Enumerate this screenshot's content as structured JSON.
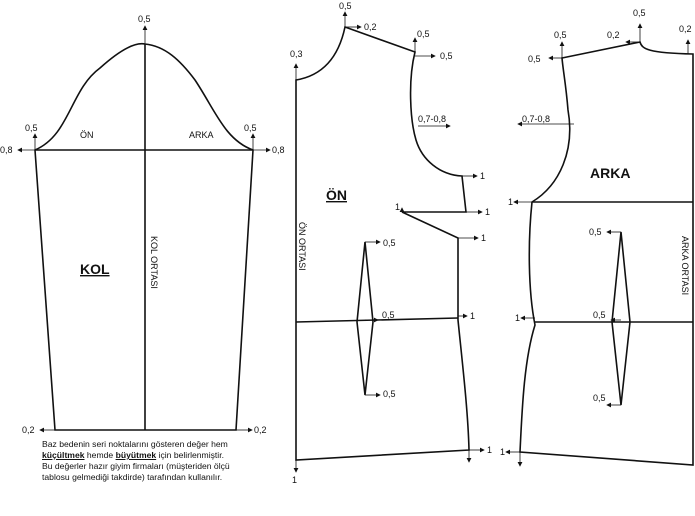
{
  "pieces": {
    "kol": {
      "title": "KOL",
      "center_label": "KOL ORTASI",
      "front_label": "ÖN",
      "back_label": "ARKA",
      "marks": {
        "crown": "0,5",
        "left_cap": "0,5",
        "right_cap": "0,5",
        "left_under": "0,8",
        "right_under": "0,8",
        "left_hem": "0,2",
        "right_hem": "0,2"
      }
    },
    "on": {
      "title": "ÖN",
      "center_label": "ÖN ORTASI",
      "marks": {
        "neck_top": "0,5",
        "neck_side": "0,2",
        "shoulder_a": "0,5",
        "shoulder_b": "0,5",
        "front_neck": "0,3",
        "armhole": "0,7-0,8",
        "side_1": "1",
        "dart_tip": "1",
        "dart_side": "1",
        "side_2": "1",
        "dart_top": "0,5",
        "dart_waist": "0,5",
        "waist_side": "1",
        "dart_bottom": "0,5",
        "hem_side": "1",
        "hem_center": "1"
      }
    },
    "arka": {
      "title": "ARKA",
      "center_label": "ARKA ORTASI",
      "marks": {
        "neck_top": "0,5",
        "neck_side": "0,2",
        "shoulder_a": "0,5",
        "shoulder_b": "0,5",
        "back_neck": "0,2",
        "armhole": "0,7-0,8",
        "underarm": "1",
        "dart_top": "0,5",
        "waist_side": "1",
        "dart_waist": "0,5",
        "dart_bottom": "0,5",
        "hem_side": "1"
      }
    }
  },
  "note": {
    "line1_a": "Baz bedenin seri noktalarını gösteren değer hem",
    "kucultmek": "küçültmek",
    "line2_mid": " hemde ",
    "buyutmek": "büyütmek",
    "line2_end": " için belirlenmiştir.",
    "line3": "Bu değerler hazır giyim firmaları (müşteriden ölçü",
    "line4": "tablosu gelmediği takdirde) tarafından kullanılır."
  }
}
